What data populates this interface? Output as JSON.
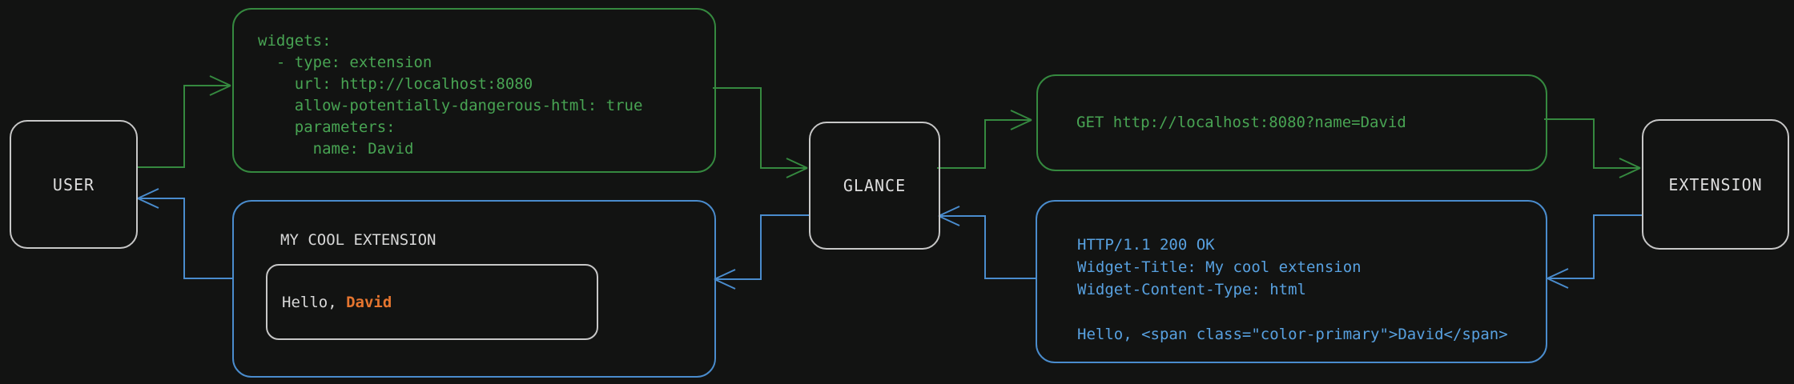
{
  "colors": {
    "background": "#121312",
    "green_line": "#35893f",
    "green_text": "#48a453",
    "blue_line": "#4a8ccd",
    "blue_text": "#58a1e0",
    "node_border": "#c7c7c7",
    "node_text": "#dedede",
    "accent_orange": "#e5752f"
  },
  "nodes": {
    "user": {
      "label": "USER"
    },
    "glance": {
      "label": "GLANCE"
    },
    "extension": {
      "label": "EXTENSION"
    }
  },
  "config_box": {
    "yaml": "widgets:\n  - type: extension\n    url: http://localhost:8080\n    allow-potentially-dangerous-html: true\n    parameters:\n      name: David"
  },
  "request_box": {
    "text": "GET http://localhost:8080?name=David"
  },
  "response_box": {
    "text": "HTTP/1.1 200 OK\nWidget-Title: My cool extension\nWidget-Content-Type: html\n\nHello, <span class=\"color-primary\">David</span>"
  },
  "widget_box": {
    "title": "MY COOL EXTENSION",
    "greeting_prefix": "Hello, ",
    "greeting_name": "David"
  }
}
